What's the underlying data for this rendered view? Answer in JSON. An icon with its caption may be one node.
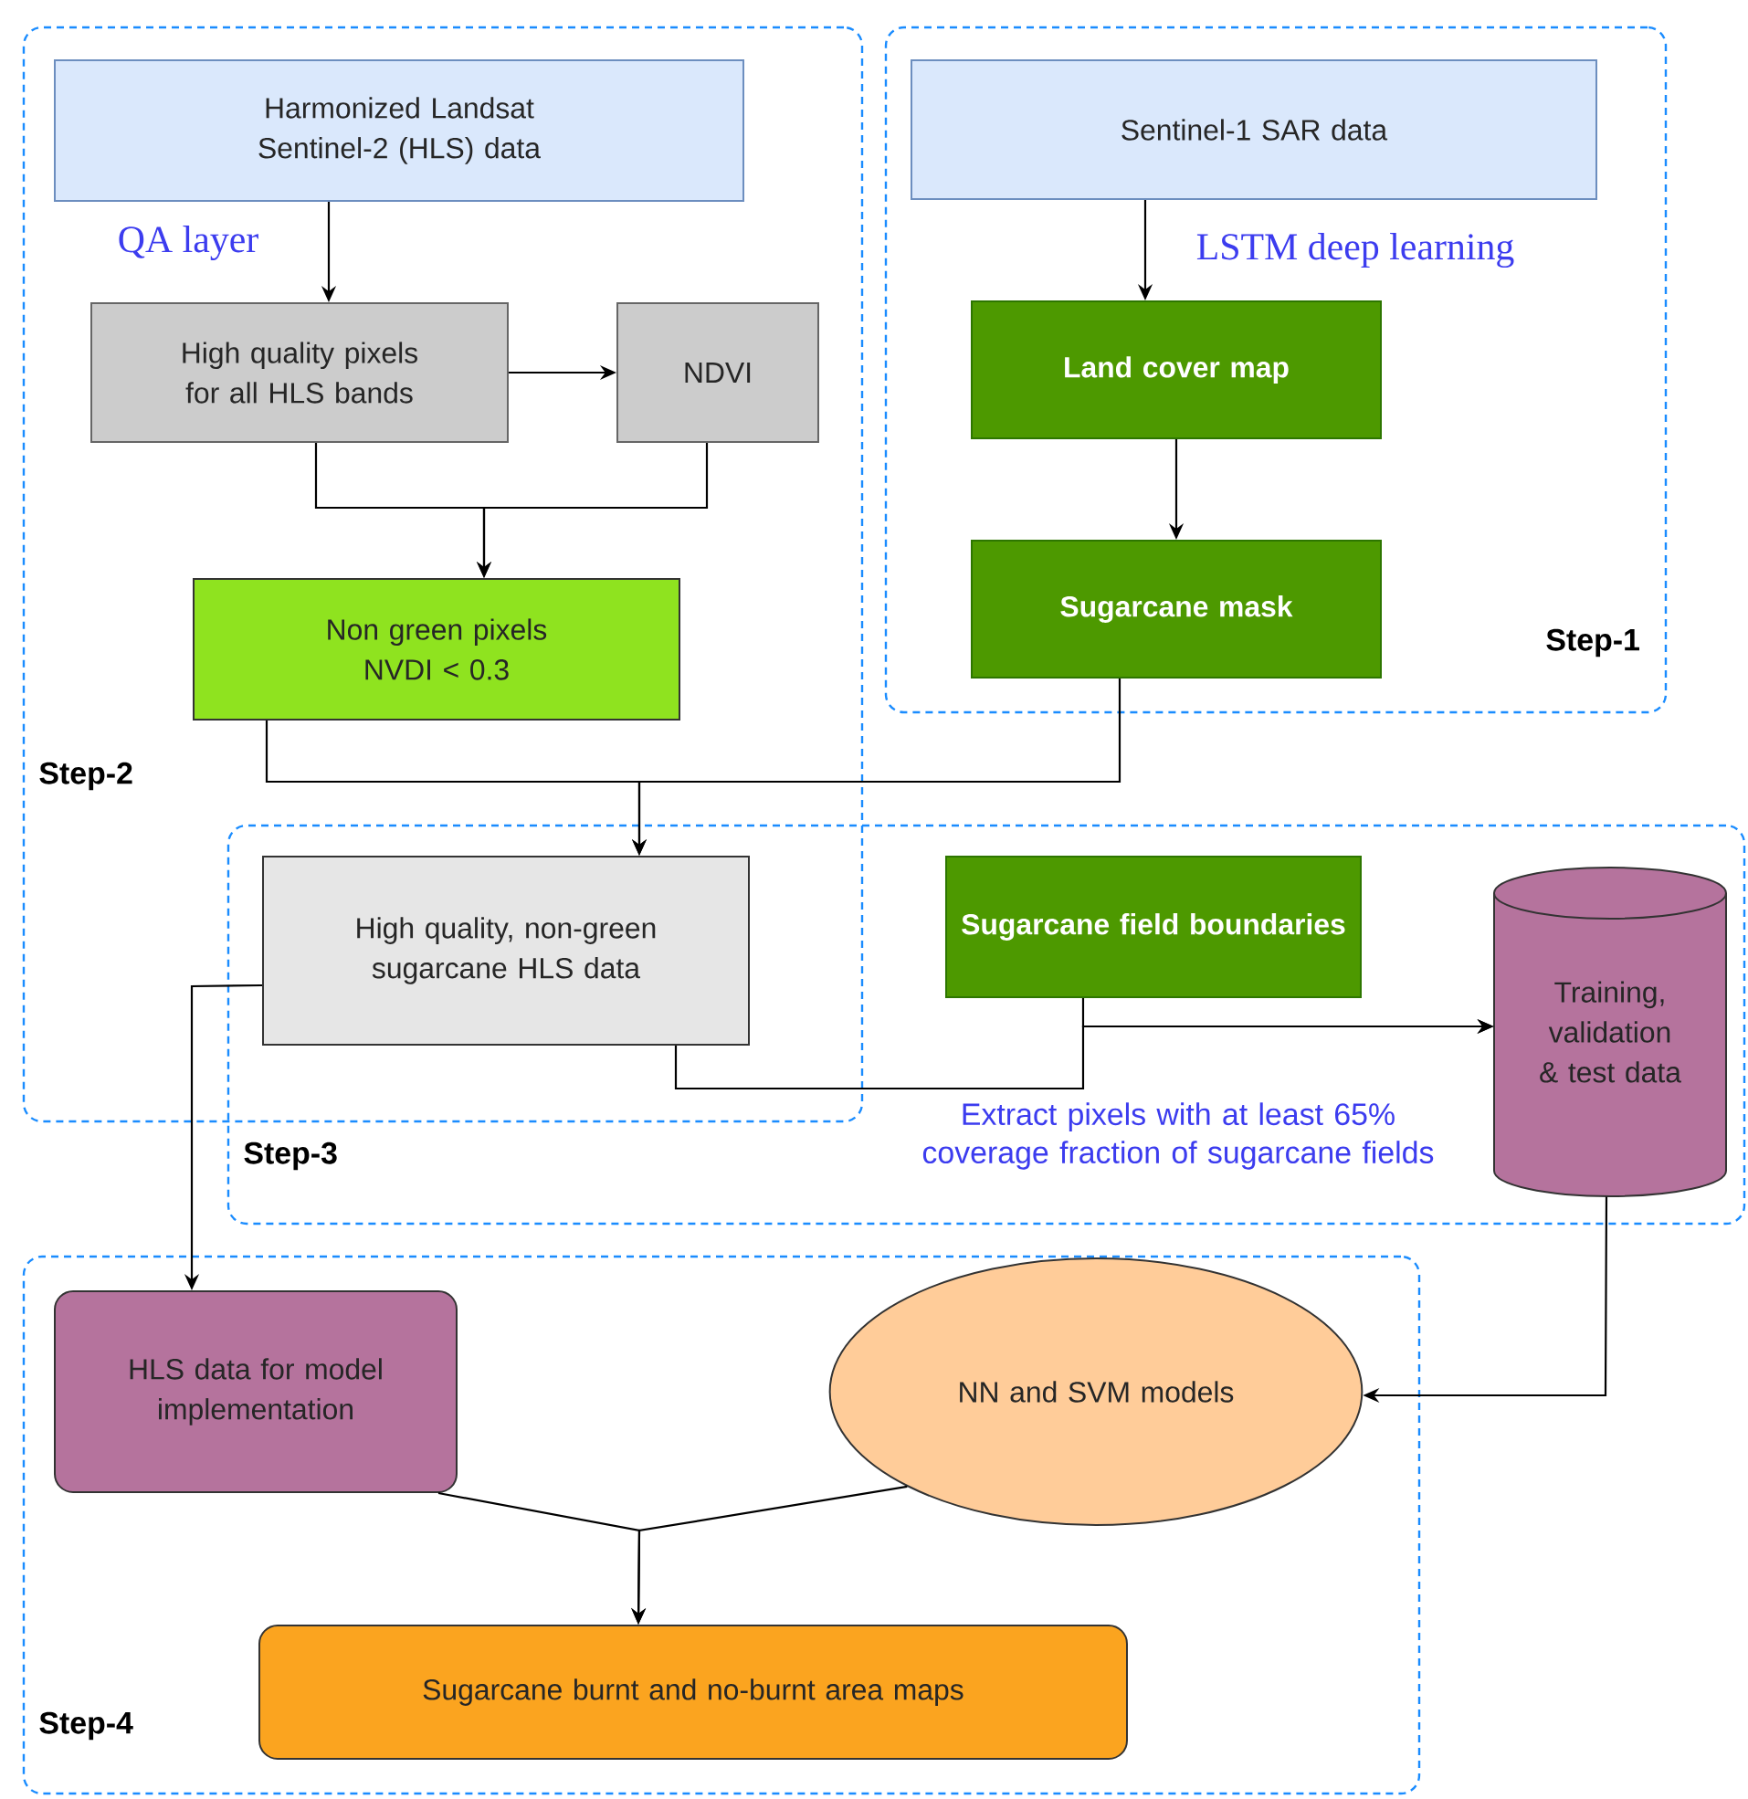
{
  "diagram": {
    "nodes": [
      {
        "text": [
          "Step-2"
        ]
      },
      {
        "text": [
          "Harmonized Landsat Sentinel-2 (HLS) data"
        ],
        "in": 0
      },
      {
        "text": [
          "High quality pixels for all HLS bands"
        ],
        "in": 0
      },
      {
        "text": [
          "NDVI"
        ],
        "in": 0
      },
      {
        "text": [
          "Non green pixels NVDI < 0.3"
        ],
        "in": 0
      },
      {
        "text": [
          "Step-1"
        ]
      },
      {
        "text": [
          "Sentinel-1 SAR data"
        ],
        "in": 5
      },
      {
        "text": [
          "Land cover map"
        ],
        "in": 5
      },
      {
        "text": [
          "Sugarcane mask"
        ],
        "in": 5
      },
      {
        "text": [
          "Step-3"
        ]
      },
      {
        "text": [
          "High quality, non-green sugarcane HLS data"
        ]
      },
      {
        "text": [
          "Sugarcane field boundaries"
        ],
        "in": 9
      },
      {
        "text": [
          "Training, validation & test data"
        ],
        "in": 9
      },
      {
        "text": [
          "Step-4"
        ]
      },
      {
        "text": [
          "HLS data for model implementation"
        ],
        "in": 13
      },
      {
        "text": [
          "NN and SVM models"
        ],
        "in": 13
      },
      {
        "text": [
          "Sugarcane burnt and no-burnt area maps"
        ],
        "in": 13
      }
    ],
    "edges": [
      {
        "from": 1,
        "to": 2,
        "arrow": "to",
        "label": "QA layer"
      },
      {
        "from": 2,
        "to": 3,
        "arrow": "to"
      },
      {
        "from": 2,
        "to": 4,
        "arrow": "to"
      },
      {
        "from": 3,
        "to": 4,
        "arrow": "to"
      },
      {
        "from": 6,
        "to": 7,
        "arrow": "to",
        "label": "LSTM deep learning"
      },
      {
        "from": 7,
        "to": 8,
        "arrow": "to"
      },
      {
        "from": 4,
        "to": 10,
        "arrow": "to"
      },
      {
        "from": 8,
        "to": 10,
        "arrow": "to"
      },
      {
        "from": 10,
        "to": 12,
        "arrow": "to",
        "label": "Extract pixels with at least 65% coverage fraction of sugarcane fields"
      },
      {
        "from": 11,
        "to": 12,
        "arrow": "to"
      },
      {
        "from": 10,
        "to": 14,
        "arrow": "to"
      },
      {
        "from": 12,
        "to": 15,
        "arrow": "to"
      },
      {
        "from": 14,
        "to": 16,
        "arrow": "to"
      },
      {
        "from": 15,
        "to": 16,
        "arrow": "to"
      }
    ]
  }
}
